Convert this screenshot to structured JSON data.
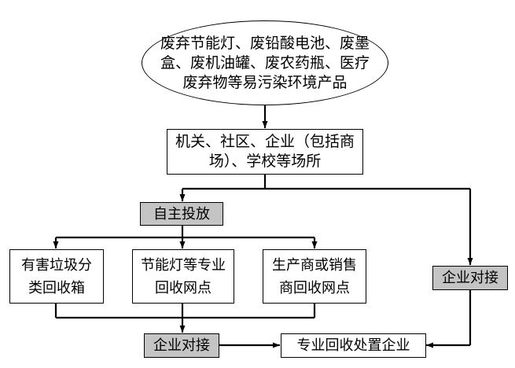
{
  "nodes": {
    "sources": "废弃节能灯、废铅酸电池、废墨盒、废机油罐、废农药瓶、医疗废弃物等易污染环境产品",
    "collectors": "机关、社区、企业（包括商场）、学校等场所",
    "self_drop": "自主投放",
    "sorted_bins": "有害垃圾分类回收箱",
    "lamp_points": "节能灯等专业回收网点",
    "producers": "生产商或销售商回收网点",
    "enterprise_docking_right": "企业对接",
    "enterprise_docking_bottom": "企业对接",
    "recycler": "专业回收处置企业"
  }
}
